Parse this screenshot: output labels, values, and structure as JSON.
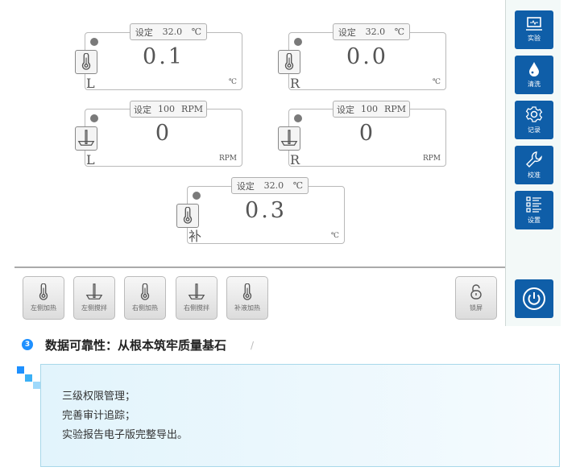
{
  "panels": [
    {
      "setting_label": "设定",
      "setting_value": "32.0",
      "setting_unit": "℃",
      "value": "0.1",
      "side": "L",
      "unit": "℃",
      "icon": "thermometer-icon"
    },
    {
      "setting_label": "设定",
      "setting_value": "32.0",
      "setting_unit": "℃",
      "value": "0.0",
      "side": "R",
      "unit": "℃",
      "icon": "thermometer-icon"
    },
    {
      "setting_label": "设定",
      "setting_value": "100",
      "setting_unit": "RPM",
      "value": "0",
      "side": "L",
      "unit": "RPM",
      "icon": "stirrer-icon"
    },
    {
      "setting_label": "设定",
      "setting_value": "100",
      "setting_unit": "RPM",
      "value": "0",
      "side": "R",
      "unit": "RPM",
      "icon": "stirrer-icon"
    },
    {
      "setting_label": "设定",
      "setting_value": "32.0",
      "setting_unit": "℃",
      "value": "0.3",
      "side": "补",
      "unit": "℃",
      "icon": "thermometer-icon"
    }
  ],
  "buttons": [
    "左侧加热",
    "左侧搅拌",
    "右侧加热",
    "右侧搅拌",
    "补液加热"
  ],
  "lock_label": "锁屏",
  "nav": [
    "实验",
    "清洗",
    "记录",
    "校准",
    "设置"
  ],
  "heading": {
    "number": "3",
    "text": "数据可靠性：从根本筑牢质量基石",
    "slash": "/"
  },
  "bullets": [
    "三级权限管理；",
    "完善审计追踪；",
    "实验报告电子版完整导出。"
  ],
  "colors": {
    "nav": "#0f5ea8",
    "accent": "#1e90ff"
  }
}
